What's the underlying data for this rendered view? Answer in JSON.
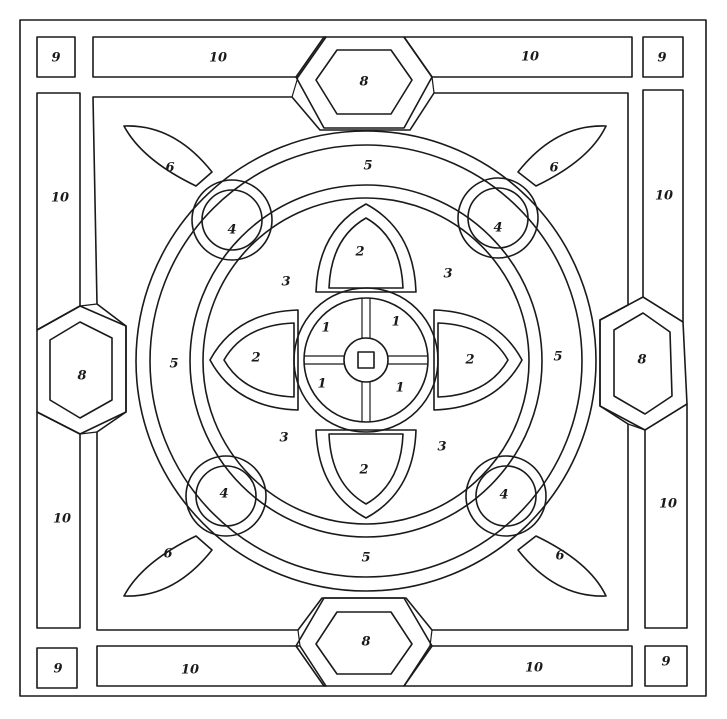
{
  "diagram": {
    "labels": {
      "center_1": "1",
      "petal_2": "2",
      "segment_3": "3",
      "ring_circle_4": "4",
      "band_5": "5",
      "leaf_6": "6",
      "hexagon_8": "8",
      "corner_9": "9",
      "border_10": "10"
    },
    "variants": {
      "border_10_top_right": "10",
      "corner_9_top_right": "9"
    }
  }
}
